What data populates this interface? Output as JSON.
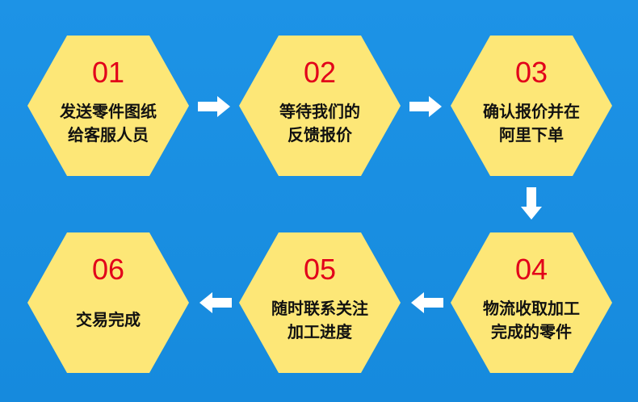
{
  "steps": [
    {
      "num": "01",
      "line1": "发送零件图纸",
      "line2": "给客服人员"
    },
    {
      "num": "02",
      "line1": "等待我们的",
      "line2": "反馈报价"
    },
    {
      "num": "03",
      "line1": "确认报价并在",
      "line2": "阿里下单"
    },
    {
      "num": "04",
      "line1": "物流收取加工",
      "line2": "完成的零件"
    },
    {
      "num": "05",
      "line1": "随时联系关注",
      "line2": "加工进度"
    },
    {
      "num": "06",
      "line1": "交易完成",
      "line2": ""
    }
  ],
  "colors": {
    "background": "#1a8fe0",
    "hex_fill": "#fde777",
    "number": "#e2001a",
    "text": "#111111",
    "arrow": "#ffffff"
  }
}
